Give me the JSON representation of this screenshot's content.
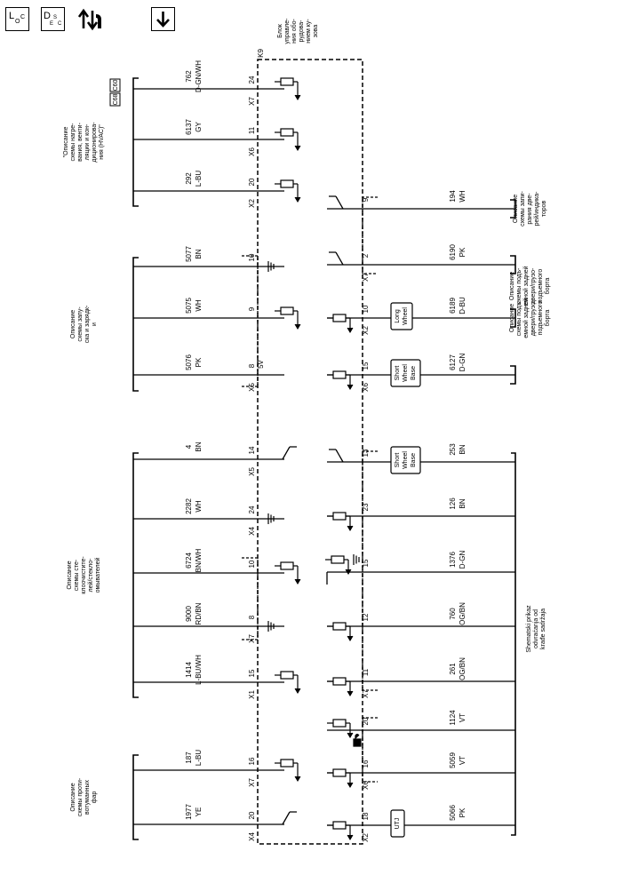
{
  "toolbar": {
    "loc_button": {
      "main": "L",
      "sub": "O",
      "sub2": "C",
      "icon": "location-view-icon"
    },
    "desc_button": {
      "main": "D",
      "sub": "E",
      "sub2": "S",
      "sub3": "C",
      "icon": "description-view-icon"
    },
    "connector_icon": "connector-up-down-icon",
    "download_icon": "arrow-down-icon"
  },
  "module": {
    "name": "K9",
    "desc_lines": [
      "Блок",
      "управле-",
      "ния обо-",
      "рудова-",
      "нием ку-",
      "зова"
    ]
  },
  "left_groups": [
    {
      "desc_lines": [
        "\"Описание",
        "схемы нагре-",
        "вания, венти-",
        "ляции и кон-",
        "диционирова-",
        "ния (HVAC)\""
      ],
      "option_codes": [
        "C60",
        "C68"
      ]
    },
    {
      "desc_lines": [
        "Описание",
        "схемы запу-",
        "ска и зарядк-",
        "и"
      ]
    },
    {
      "desc_lines": [
        "Описание",
        "схемы сте-",
        "клоочистите-",
        "лей/стекло-",
        "омывателей"
      ]
    },
    {
      "desc_lines": [
        "Описание",
        "схемы проти-",
        "вотуманных",
        "фар"
      ]
    }
  ],
  "left_wires": [
    {
      "circuit": "762",
      "color": "D-GN/WH",
      "pin": "24",
      "connector": "X7"
    },
    {
      "circuit": "6137",
      "color": "GY",
      "pin": "11",
      "connector": "X6"
    },
    {
      "circuit": "292",
      "color": "L-BU",
      "pin": "20",
      "connector": "X2"
    },
    {
      "circuit": "5077",
      "color": "BN",
      "pin": "10",
      "connector": ""
    },
    {
      "circuit": "5075",
      "color": "WH",
      "pin": "9",
      "connector": ""
    },
    {
      "circuit": "5076",
      "color": "PK",
      "pin": "8",
      "connector": "X5",
      "note": "5V"
    },
    {
      "circuit": "4",
      "color": "BN",
      "pin": "14",
      "connector": "X5"
    },
    {
      "circuit": "2282",
      "color": "WH",
      "pin": "24",
      "connector": "X4"
    },
    {
      "circuit": "6724",
      "color": "BN/WH",
      "pin": "10",
      "connector": ""
    },
    {
      "circuit": "9000",
      "color": "RD/BN",
      "pin": "8",
      "connector": "X7"
    },
    {
      "circuit": "1414",
      "color": "L-BU/WH",
      "pin": "15",
      "connector": "X1"
    },
    {
      "circuit": "187",
      "color": "L-BU",
      "pin": "16",
      "connector": "X7"
    },
    {
      "circuit": "1977",
      "color": "YE",
      "pin": "20",
      "connector": "X4"
    }
  ],
  "right_groups": [
    {
      "desc_lines": [
        "Описание",
        "схемы запи-",
        "рания две-",
        "рей/индика-",
        "торов"
      ]
    },
    {
      "desc_lines": [
        "Описание",
        "схемы подъ-",
        "емной задней",
        "двери/грузо-",
        "подъемного",
        "борта"
      ]
    },
    {
      "desc_lines": [
        "Описание",
        "схемы подъ-",
        "емной задней",
        "двери/грузо-",
        "подъемного",
        "борта"
      ]
    },
    {
      "desc_lines": [
        "Shematski prikaz",
        "odvraćanja od",
        "krađe sadržaja"
      ]
    }
  ],
  "right_wires": [
    {
      "circuit": "194",
      "color": "WH",
      "pin": "9",
      "connector": ""
    },
    {
      "circuit": "6190",
      "color": "PK",
      "pin": "2",
      "connector": "X7"
    },
    {
      "circuit": "6189",
      "color": "D-BU",
      "pin": "10",
      "connector": "X2",
      "option": [
        "Long",
        "Wheel"
      ]
    },
    {
      "circuit": "6127",
      "color": "D-GN",
      "pin": "15",
      "connector": "X6",
      "option": [
        "Short",
        "Wheel",
        "Base"
      ]
    },
    {
      "circuit": "253",
      "color": "BN",
      "pin": "13",
      "connector": "",
      "option": [
        "Short",
        "Wheel",
        "Base"
      ]
    },
    {
      "circuit": "126",
      "color": "BN",
      "pin": "23",
      "connector": ""
    },
    {
      "circuit": "1376",
      "color": "D-GN",
      "pin": "15",
      "connector": ""
    },
    {
      "circuit": "760",
      "color": "OG/BN",
      "pin": "12",
      "connector": ""
    },
    {
      "circuit": "261",
      "color": "OG/BN",
      "pin": "11",
      "connector": "X7"
    },
    {
      "circuit": "1124",
      "color": "VT",
      "pin": "20",
      "connector": ""
    },
    {
      "circuit": "5059",
      "color": "VT",
      "pin": "16",
      "connector": "X6"
    },
    {
      "circuit": "5066",
      "color": "PK",
      "pin": "18",
      "connector": "X2",
      "option": [
        "UTJ"
      ]
    }
  ]
}
